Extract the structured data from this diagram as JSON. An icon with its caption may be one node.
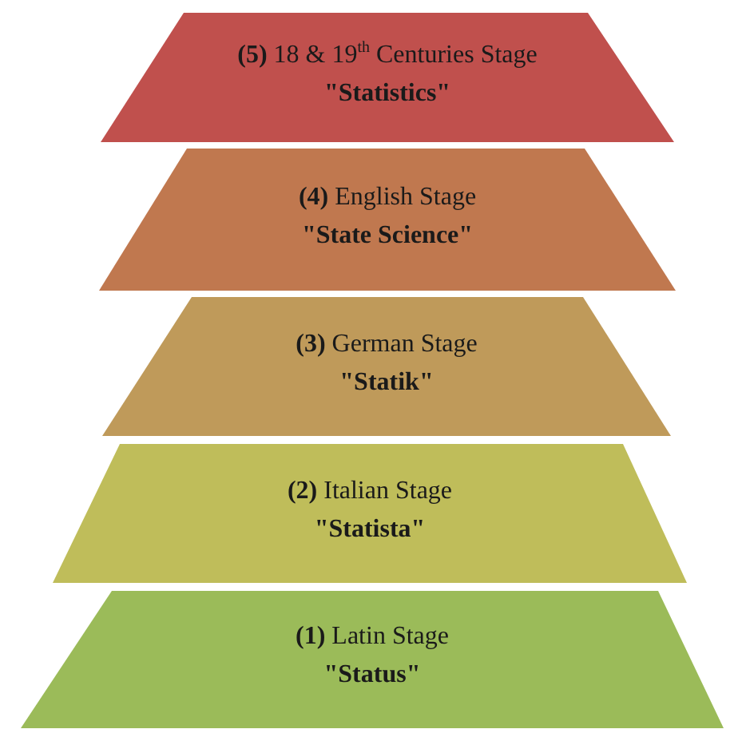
{
  "diagram": {
    "nodes": [
      {
        "text": [
          "**(5)** 18 & 19$^{th}$ Centuries Stage",
          "\"Statistics\""
        ]
      },
      {
        "text": [
          "**(4)** English Stage",
          "\"State Science\""
        ]
      },
      {
        "text": [
          "**(3)** German Stage",
          "\"Statik\""
        ]
      },
      {
        "text": [
          "**(2)** Italian Stage",
          "\"Statista\""
        ]
      },
      {
        "text": [
          "**(1)** Latin Stage",
          "\"Status\""
        ]
      }
    ]
  }
}
